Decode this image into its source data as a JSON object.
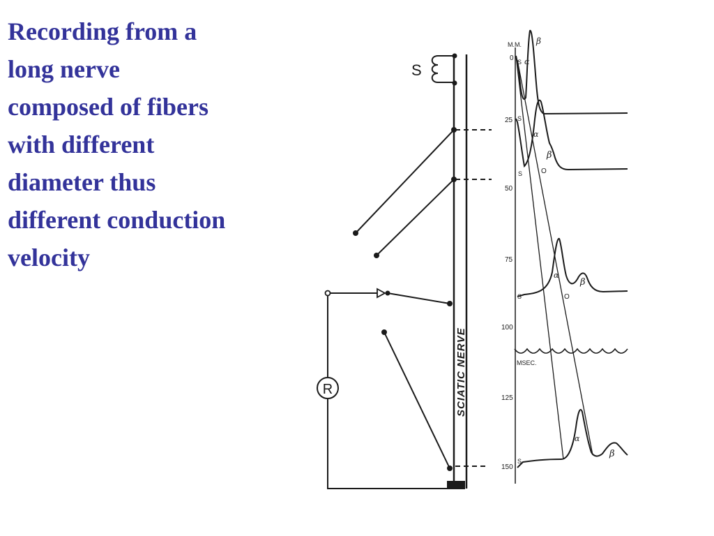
{
  "slide": {
    "title_lines": [
      "Recording from a",
      "long nerve",
      "composed of fibers",
      "with different",
      "diameter thus",
      "different conduction",
      "velocity"
    ]
  },
  "figure": {
    "stimulator_label": "S",
    "recorder_label": "R",
    "nerve_label": "SCIATIC NERVE",
    "distance_unit": "M.M.",
    "distance_ticks": [
      "0",
      "25",
      "50",
      "75",
      "100",
      "125",
      "150"
    ],
    "time_unit": "MSEC.",
    "trace_labels": {
      "stimulus": "S",
      "alpha": "α",
      "beta": "β",
      "origin": "O"
    }
  }
}
